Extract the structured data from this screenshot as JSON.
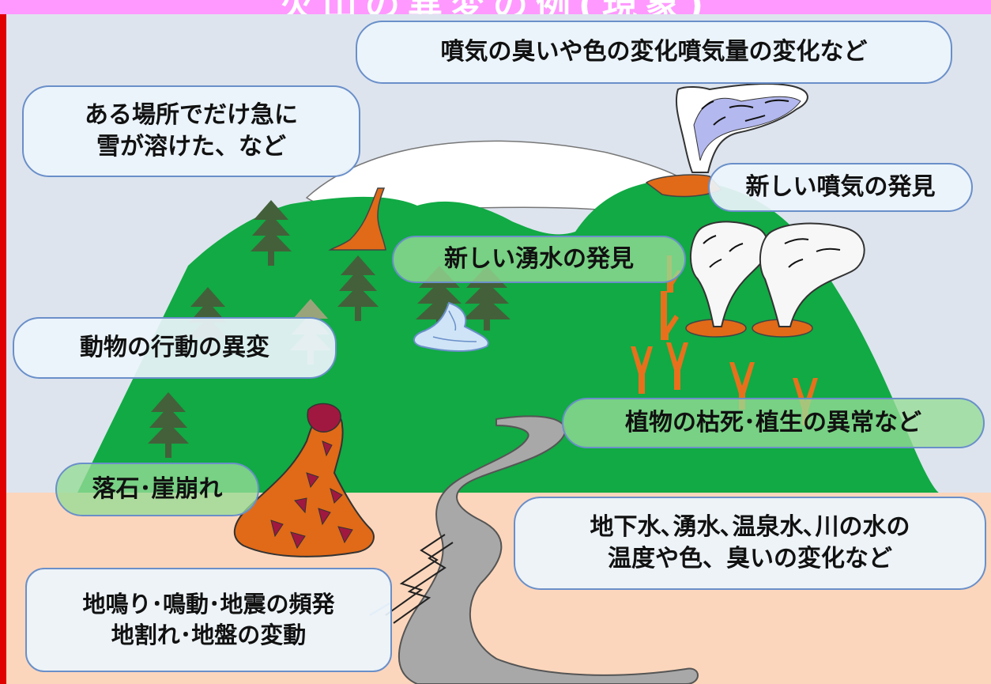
{
  "title": "火山の異変の例(現象)",
  "callouts": {
    "fumarole_change": "噴気の臭いや色の変化噴気量の変化など",
    "snow_melt_line1": "ある場所でだけ急に",
    "snow_melt_line2": "雪が溶けた、など",
    "new_fumarole": "新しい噴気の発見",
    "new_spring": "新しい湧水の発見",
    "animals": "動物の行動の異変",
    "plants": "植物の枯死･植生の異常など",
    "rockfall": "落石･崖崩れ",
    "water_line1": "地下水､湧水､温泉水､川の水の",
    "water_line2": "温度や色、臭いの変化など",
    "ground_line1": "地鳴り･鳴動･地震の頻発",
    "ground_line2": "地割れ･地盤の変動"
  },
  "colors": {
    "sky": "#dde4ee",
    "mountain": "#11aa44",
    "ground": "#fcd6bc",
    "lava": "#e07018",
    "river": "#a8a8a8",
    "callout_border": "#6a8fc9",
    "frame": "#ff99ff",
    "left_bar": "#e00000"
  }
}
